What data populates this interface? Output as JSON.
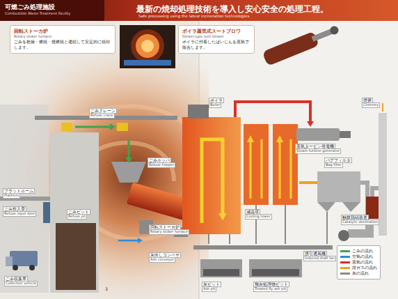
{
  "diagram": {
    "title": "最新の焼却処理技術を導入し安心安全の処理工程。",
    "nodes": [
      {
        "text": [
          "回転ストーカ炉",
          "Rotary stoker furnace",
          "ごみを乾燥・燃焼・後燃焼と連続して安定的に焼却します。"
        ]
      },
      {
        "text": [
          "ボイラ蒸気式スートブロワ",
          "Steam-type soot blower",
          "ボイラに付着したばいじんを蒸気で除去します。"
        ]
      }
    ],
    "labels": [
      "可燃ごみ処理施設",
      "Combustible Waste Treatment Facility",
      "Safe processing using the latest incineration technologies",
      "ごみクレーン",
      "Refuse crane",
      "プラットホーム",
      "Platform",
      "ごみ投入扉",
      "Refuse input door",
      "ごみピット",
      "Refuse pit",
      "ごみ収集車",
      "Collection vehicle",
      "ごみホッパ",
      "Refuse hopper",
      "回転ストーカ炉",
      "Rotary stoker furnace",
      "ボイラ",
      "Boiler",
      "灰出しコンベヤ",
      "Ash conveyor",
      "減温塔",
      "Cooling tower",
      "バグフィルタ",
      "Bag filter",
      "蒸気タービン発電機",
      "Steam turbine generator",
      "煙突",
      "Chimney",
      "触媒脱硝装置",
      "Catalytic denitration",
      "誘引通風機",
      "Induced draft fan",
      "灰ピット",
      "Ash pit",
      "飛灰処理物ピット",
      "Treated fly ash pit",
      "3"
    ],
    "legend": [
      {
        "text": "ごみの流れ",
        "color": "#3fa34d"
      },
      {
        "text": "空気の流れ",
        "color": "#2e8bd8"
      },
      {
        "text": "蒸気の流れ",
        "color": "#d9302a"
      },
      {
        "text": "排ガスの流れ",
        "color": "#f0a020"
      },
      {
        "text": "灰の流れ",
        "color": "#8a8a8a"
      }
    ]
  }
}
